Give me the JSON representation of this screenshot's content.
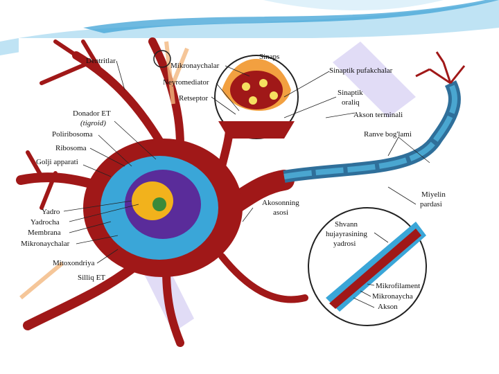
{
  "labels": {
    "dentritlar": "Dentritlar",
    "mikronaychalar_top": "Mikronaychalar",
    "sinaps": "Sinaps",
    "neyromediator": "Neyromediator",
    "retseptor": "Retseptor",
    "sinaptik_pufakchalar": "Sinaptik pufakchalar",
    "sinaptik_oraliq_1": "Sinaptik",
    "sinaptik_oraliq_2": "oraliq",
    "akson_terminali": "Akson terminali",
    "ranve": "Ranve bog'lami",
    "donador_1": "Donador ET",
    "donador_2": "(tigroid)",
    "poliribosoma": "Poliribosoma",
    "ribosoma": "Ribosoma",
    "golji": "Golji apparati",
    "yadro": "Yadro",
    "yadrocha": "Yadrocha",
    "membrana": "Membrana",
    "mikronaychalar_left": "Mikronaychalar",
    "mitoxondriya": "Mitoxondriya",
    "silliq": "Silliq ET",
    "akson_asosi_1": "Akosonning",
    "akson_asosi_2": "asosi",
    "miyelin_1": "Miyelin",
    "miyelin_2": "pardasi",
    "shvann_1": "Shvann",
    "shvann_2": "hujayrasining",
    "shvann_3": "yadrosi",
    "mikrofilament": "Mikrofilament",
    "mikronaycha": "Mikronaycha",
    "akson": "Akson"
  },
  "colors": {
    "neuron": "#a01818",
    "cytoplasm": "#3aa6d8",
    "nucleus": "#5a2c9a",
    "myelin": "#2f6f9a",
    "swoosh": "#4aa8d8"
  }
}
